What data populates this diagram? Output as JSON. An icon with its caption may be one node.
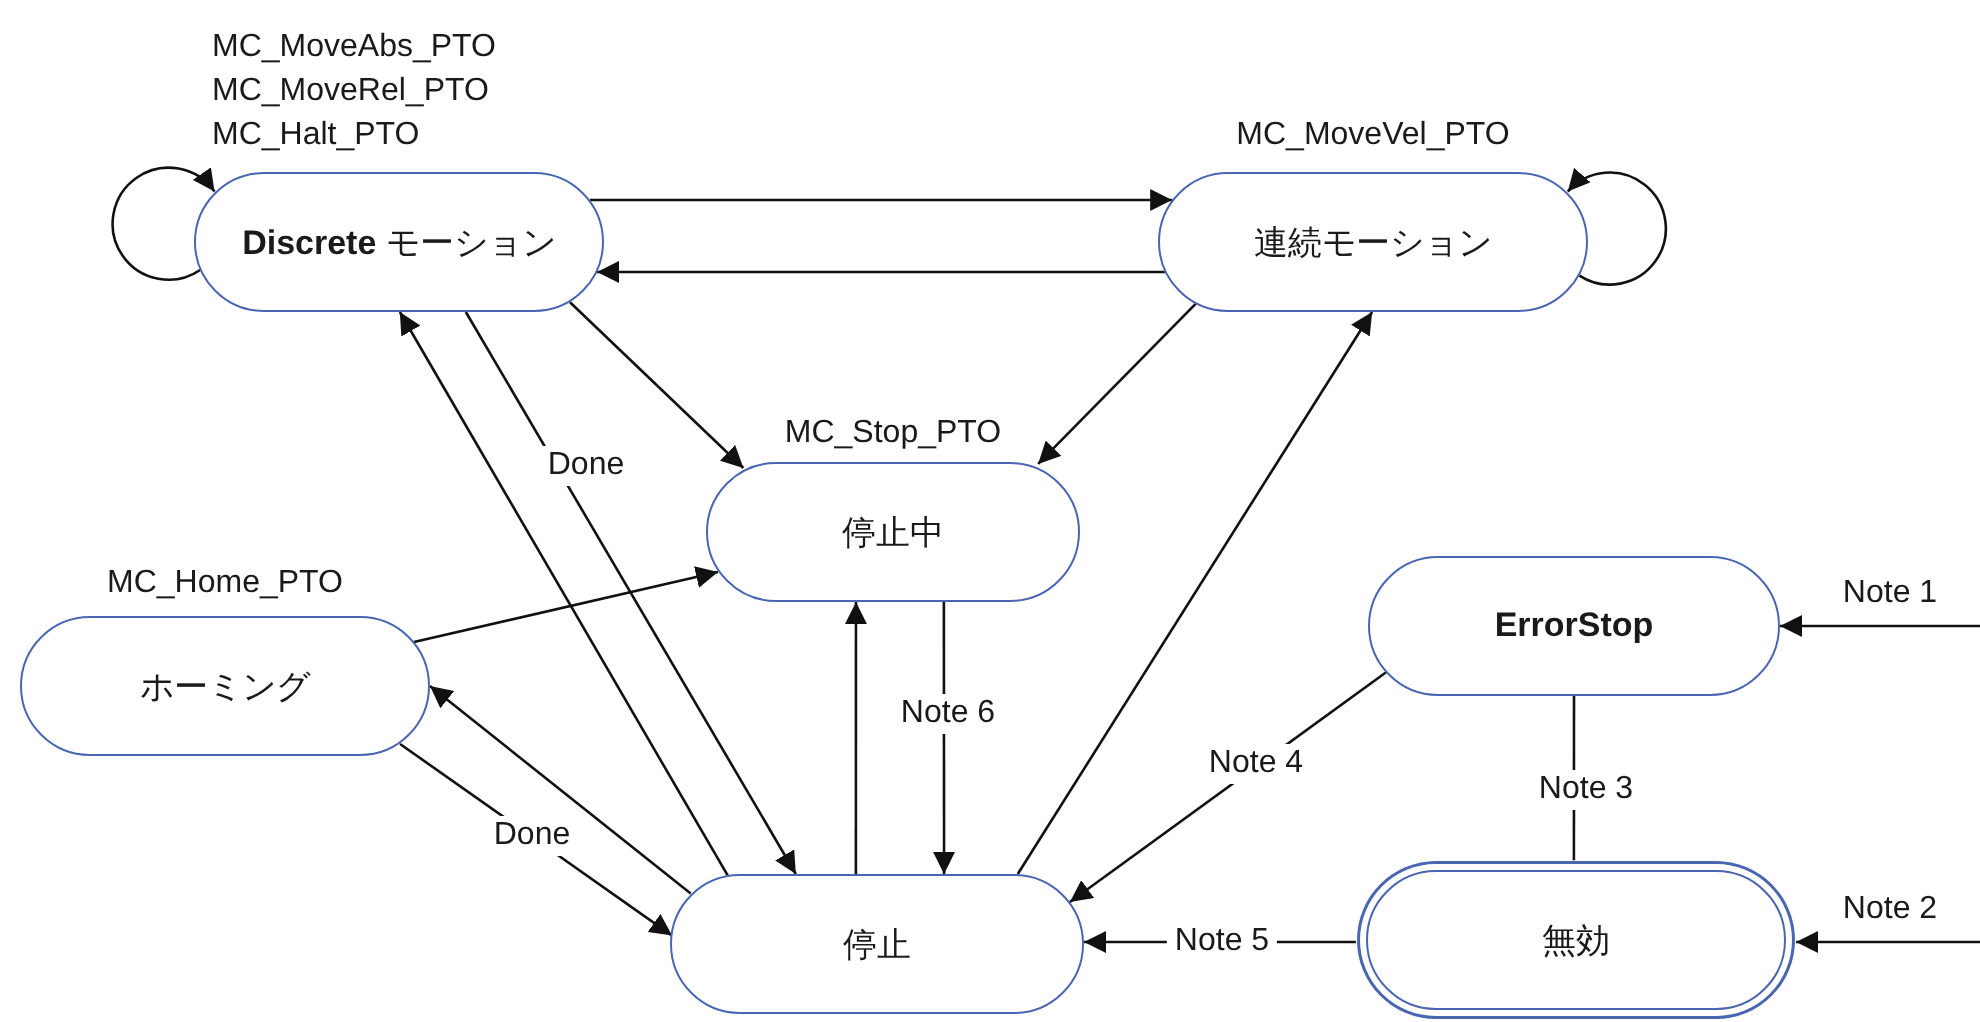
{
  "diagram": {
    "nodes": [
      {
        "text": [
          "**Discrete** モーション"
        ],
        "beside": [
          "MC_MoveAbs_PTO",
          "MC_MoveRel_PTO",
          "MC_Halt_PTO"
        ]
      },
      {
        "text": [
          "連続モーション"
        ],
        "beside": [
          "MC_MoveVel_PTO"
        ]
      },
      {
        "text": [
          "停止中"
        ],
        "beside": [
          "MC_Stop_PTO"
        ]
      },
      {
        "text": [
          "ホーミング"
        ],
        "beside": [
          "MC_Home_PTO"
        ]
      },
      {
        "text": [
          "ErrorStop"
        ]
      },
      {
        "text": [
          "停止"
        ]
      },
      {
        "text": [
          "無効"
        ]
      }
    ],
    "edges": [
      {
        "from": 0,
        "to": 0,
        "arrow": "to"
      },
      {
        "from": 0,
        "to": 1,
        "arrow": "to"
      },
      {
        "from": 1,
        "to": 0,
        "arrow": "to"
      },
      {
        "from": 1,
        "to": 1,
        "arrow": "to"
      },
      {
        "from": 0,
        "to": 2,
        "arrow": "to"
      },
      {
        "from": 1,
        "to": 2,
        "arrow": "to"
      },
      {
        "from": 5,
        "to": 0,
        "arrow": "to"
      },
      {
        "from": 0,
        "to": 5,
        "arrow": "to",
        "label": "Done"
      },
      {
        "from": 3,
        "to": 2,
        "arrow": "to"
      },
      {
        "from": 5,
        "to": 3,
        "arrow": "to"
      },
      {
        "from": 3,
        "to": 5,
        "arrow": "to",
        "label": "Done"
      },
      {
        "from": 5,
        "to": 2,
        "arrow": "to"
      },
      {
        "from": 2,
        "to": 5,
        "arrow": "to",
        "label": "Note 6"
      },
      {
        "from": 5,
        "to": 1,
        "arrow": "to"
      },
      {
        "from": 4,
        "to": 5,
        "arrow": "to",
        "label": "Note 4"
      },
      {
        "from": 4,
        "to": 6,
        "arrow": "none",
        "label": "Note 3"
      },
      {
        "from": 6,
        "to": 5,
        "arrow": "to",
        "label": "Note 5"
      },
      {
        "from": null,
        "to": 4,
        "arrow": "to",
        "label": "Note 1"
      },
      {
        "from": null,
        "to": 6,
        "arrow": "to",
        "label": "Note 2"
      }
    ]
  }
}
